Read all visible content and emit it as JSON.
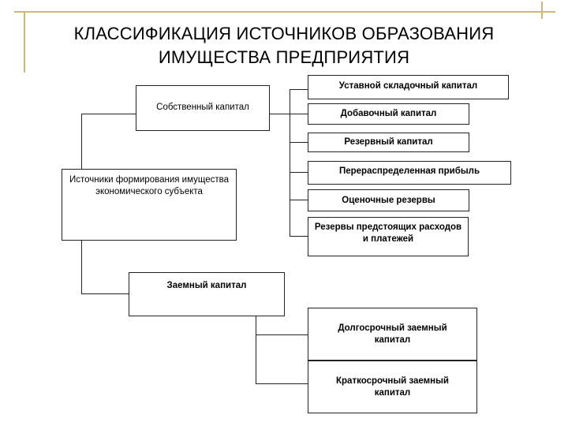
{
  "title": {
    "line1": "КЛАССИФИКАЦИЯ ИСТОЧНИКОВ ОБРАЗОВАНИЯ",
    "line2": "ИМУЩЕСТВА ПРЕДПРИЯТИЯ"
  },
  "nodes": {
    "root": "Источники формирования имущества экономического субъекта",
    "own_capital": "Собственный капитал",
    "borrowed_capital": "Заемный капитал",
    "own_items": [
      "Уставной складочный капитал",
      "Добавочный капитал",
      "Резервный капитал",
      "Перераспределенная прибыль",
      "Оценочные резервы",
      "Резервы предстоящих расходов и платежей"
    ],
    "borrowed_items": [
      "Долгосрочный заемный капитал",
      "Краткосрочный заемный капитал"
    ]
  },
  "colors": {
    "accent": "#c9b87a",
    "line": "#222222",
    "background": "#ffffff"
  }
}
